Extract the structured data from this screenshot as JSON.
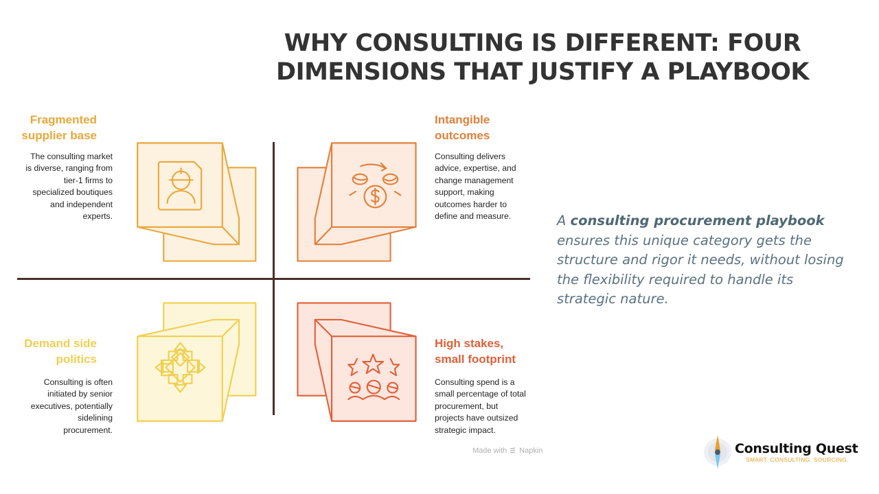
{
  "title": {
    "line1": "WHY CONSULTING IS DIFFERENT: FOUR",
    "line2": "DIMENSIONS THAT JUSTIFY A PLAYBOOK"
  },
  "quadrants": [
    {
      "id": "top-left",
      "heading_line1": "Fragmented",
      "heading_line2": "supplier base",
      "description_lines": [
        "The consulting market",
        "is diverse, ranging from",
        "tier-1 firms to",
        "specialized boutiques",
        "and independent",
        "experts."
      ],
      "icon": "worker-helmet-icon",
      "color": "#e8a83a",
      "fill": "#fdf1e0"
    },
    {
      "id": "top-right",
      "heading_line1": "Intangible",
      "heading_line2": "outcomes",
      "description_lines": [
        "Consulting delivers",
        "advice, expertise, and",
        "change management",
        "support, making",
        "outcomes harder to",
        "define and measure."
      ],
      "icon": "money-exchange-icon",
      "color": "#e0803a",
      "fill": "#fdebe0"
    },
    {
      "id": "bottom-left",
      "heading_line1": "Demand side",
      "heading_line2": "politics",
      "description_lines": [
        "Consulting is often",
        "initiated by senior",
        "executives, potentially",
        "sidelining",
        "procurement."
      ],
      "icon": "arrows-convergence-icon",
      "color": "#f0cf50",
      "fill": "#fdf6d8"
    },
    {
      "id": "bottom-right",
      "heading_line1": "High stakes,",
      "heading_line2": "small footprint",
      "description_lines": [
        "Consulting spend is a",
        "small percentage of total",
        "procurement, but",
        "projects have outsized",
        "strategic impact."
      ],
      "icon": "stars-people-icon",
      "color": "#e0603a",
      "fill": "#fde6de"
    }
  ],
  "quote": {
    "prefix": "A ",
    "emphasis": "consulting procurement playbook",
    "rest": " ensures this unique category gets the structure and rigor it needs, without losing the flexibility required to handle its strategic nature."
  },
  "watermark": {
    "made_with": "Made with",
    "brand": "Napkin"
  },
  "logo": {
    "name": "Consulting Quest",
    "tagline": "SMART. CONSULTING. SOURCING."
  },
  "colors": {
    "axis": "#4a2f2a",
    "title": "#333333",
    "quote": "#5a7280"
  }
}
